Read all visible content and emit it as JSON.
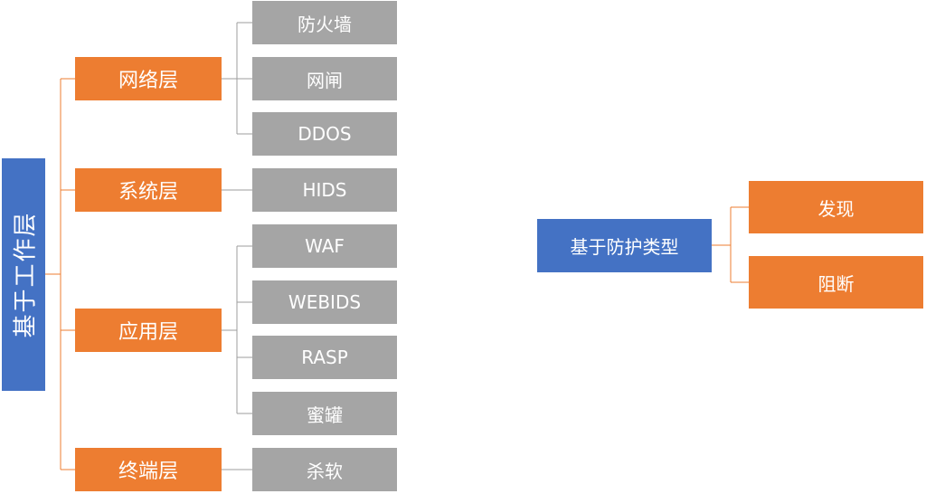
{
  "left_tree": {
    "root": "基于工作层",
    "layers": [
      {
        "label": "网络层",
        "items": [
          "防火墙",
          "网闸",
          "DDOS"
        ]
      },
      {
        "label": "系统层",
        "items": [
          "HIDS"
        ]
      },
      {
        "label": "应用层",
        "items": [
          "WAF",
          "WEBIDS",
          "RASP",
          "蜜罐"
        ]
      },
      {
        "label": "终端层",
        "items": [
          "杀软"
        ]
      }
    ]
  },
  "right_tree": {
    "root": "基于防护类型",
    "children": [
      "发现",
      "阻断"
    ]
  },
  "colors": {
    "root": "#4472c4",
    "level1": "#ed7d31",
    "level2": "#a5a5a5",
    "connector_root": "#ed7d31",
    "connector_leaf": "#9e9e9e"
  }
}
